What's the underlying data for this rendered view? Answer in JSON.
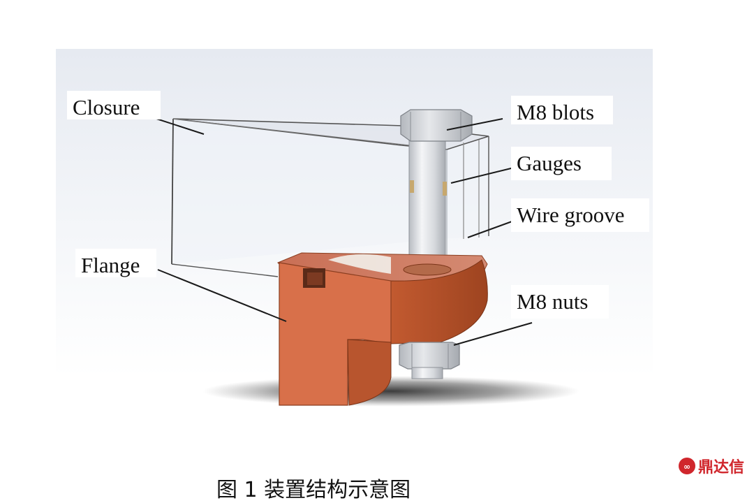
{
  "labels": {
    "closure": "Closure",
    "flange": "Flange",
    "bolts": "M8 blots",
    "gauges": "Gauges",
    "wire_groove": "Wire groove",
    "nuts": "M8 nuts"
  },
  "caption": "图 1 装置结构示意图",
  "watermark": "鼎达信",
  "colors": {
    "flange_front": "#d8704a",
    "flange_side": "#b8552e",
    "flange_top": "#c97a62",
    "bolt": "#dcdfe3",
    "nut": "#cfd2d6",
    "background": "#eef1f6",
    "watermark": "#d0262c"
  }
}
